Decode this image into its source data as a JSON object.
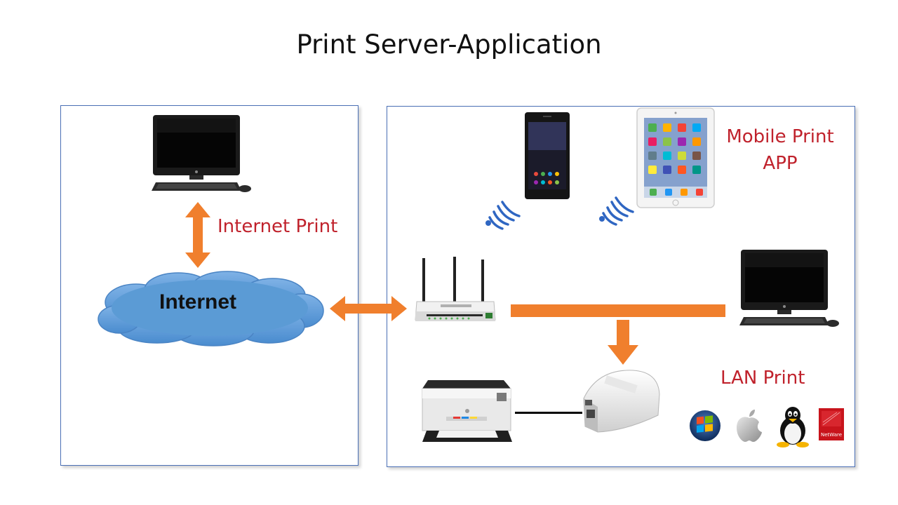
{
  "title": "Print Server-Application",
  "labels": {
    "internet_print": "Internet Print",
    "internet": "Internet",
    "mobile_print_line1": "Mobile Print",
    "mobile_print_line2": "APP",
    "lan_print": "LAN Print",
    "netware": "NetWare"
  },
  "colors": {
    "accent_orange": "#f07f2d",
    "label_red": "#c0222c",
    "panel_border": "#4a6fb5",
    "wifi_blue": "#2f66c2",
    "cloud_blue": "#5b9bd5"
  },
  "icons": [
    "desktop-computer-icon",
    "cloud-icon",
    "router-icon",
    "smartphone-icon",
    "tablet-icon",
    "wifi-signal-icon",
    "printer-icon",
    "print-server-icon",
    "windows-logo-icon",
    "apple-logo-icon",
    "linux-tux-icon",
    "netware-logo-icon"
  ]
}
